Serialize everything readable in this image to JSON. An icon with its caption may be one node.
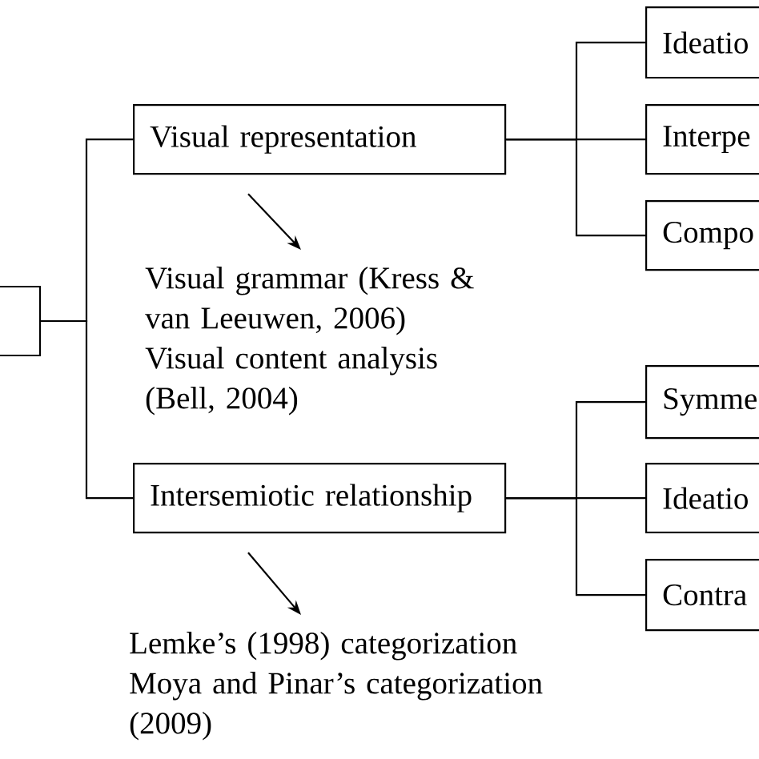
{
  "diagram": {
    "nodes": [
      {
        "text": [],
        "shape": "box"
      },
      {
        "text": [
          "Visual representation"
        ]
      },
      {
        "text": [
          "Intersemiotic relationship"
        ]
      },
      {
        "text": [
          "Visual grammar (Kress & van Leeuwen, 2006)",
          "Visual content analysis (Bell, 2004)"
        ]
      },
      {
        "text": [
          "Lemke’s (1998) categorization",
          "Moya and Pinar’s categorization (2009)"
        ]
      },
      {
        "text": [
          "Ideatio"
        ]
      },
      {
        "text": [
          "Interpe"
        ]
      },
      {
        "text": [
          "Compo"
        ]
      },
      {
        "text": [
          "Symme"
        ]
      },
      {
        "text": [
          "Ideatio"
        ]
      },
      {
        "text": [
          "Contra"
        ]
      }
    ],
    "edges": [
      {
        "from": 0,
        "to": 1,
        "arrow": "none"
      },
      {
        "from": 0,
        "to": 2,
        "arrow": "none"
      },
      {
        "from": 1,
        "to": 5,
        "arrow": "none"
      },
      {
        "from": 1,
        "to": 6,
        "arrow": "none"
      },
      {
        "from": 1,
        "to": 7,
        "arrow": "none"
      },
      {
        "from": 2,
        "to": 8,
        "arrow": "none"
      },
      {
        "from": 2,
        "to": 9,
        "arrow": "none"
      },
      {
        "from": 2,
        "to": 10,
        "arrow": "none"
      },
      {
        "from": 1,
        "to": 3,
        "arrow": "to"
      },
      {
        "from": 2,
        "to": 4,
        "arrow": "to"
      }
    ]
  }
}
